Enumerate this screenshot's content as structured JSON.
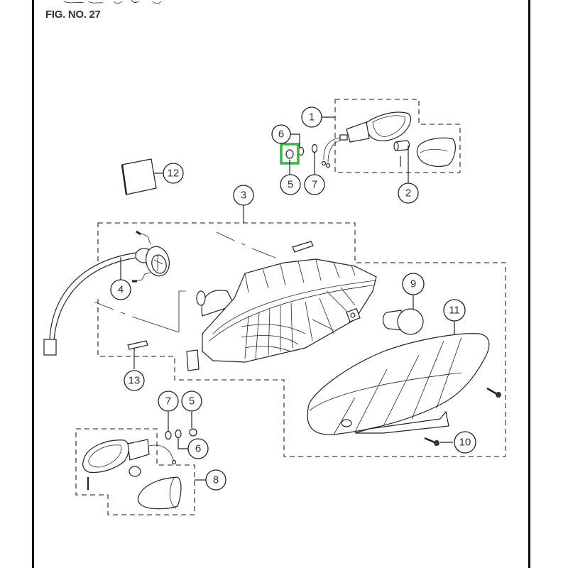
{
  "figure": {
    "title": "FIG. NO. 27",
    "header_fragment": "~"
  },
  "callouts": [
    {
      "id": "1",
      "label": "1"
    },
    {
      "id": "2",
      "label": "2"
    },
    {
      "id": "3",
      "label": "3"
    },
    {
      "id": "4",
      "label": "4"
    },
    {
      "id": "5a",
      "label": "5"
    },
    {
      "id": "6a",
      "label": "6"
    },
    {
      "id": "7a",
      "label": "7"
    },
    {
      "id": "5b",
      "label": "5"
    },
    {
      "id": "6b",
      "label": "6"
    },
    {
      "id": "7b",
      "label": "7"
    },
    {
      "id": "8",
      "label": "8"
    },
    {
      "id": "9",
      "label": "9"
    },
    {
      "id": "10",
      "label": "10"
    },
    {
      "id": "11",
      "label": "11"
    },
    {
      "id": "12",
      "label": "12"
    },
    {
      "id": "13",
      "label": "13"
    }
  ],
  "highlight": {
    "target_part": "5",
    "color": "#3cb04a"
  },
  "colors": {
    "line": "#222222",
    "text": "#333333",
    "border": "#111111"
  }
}
